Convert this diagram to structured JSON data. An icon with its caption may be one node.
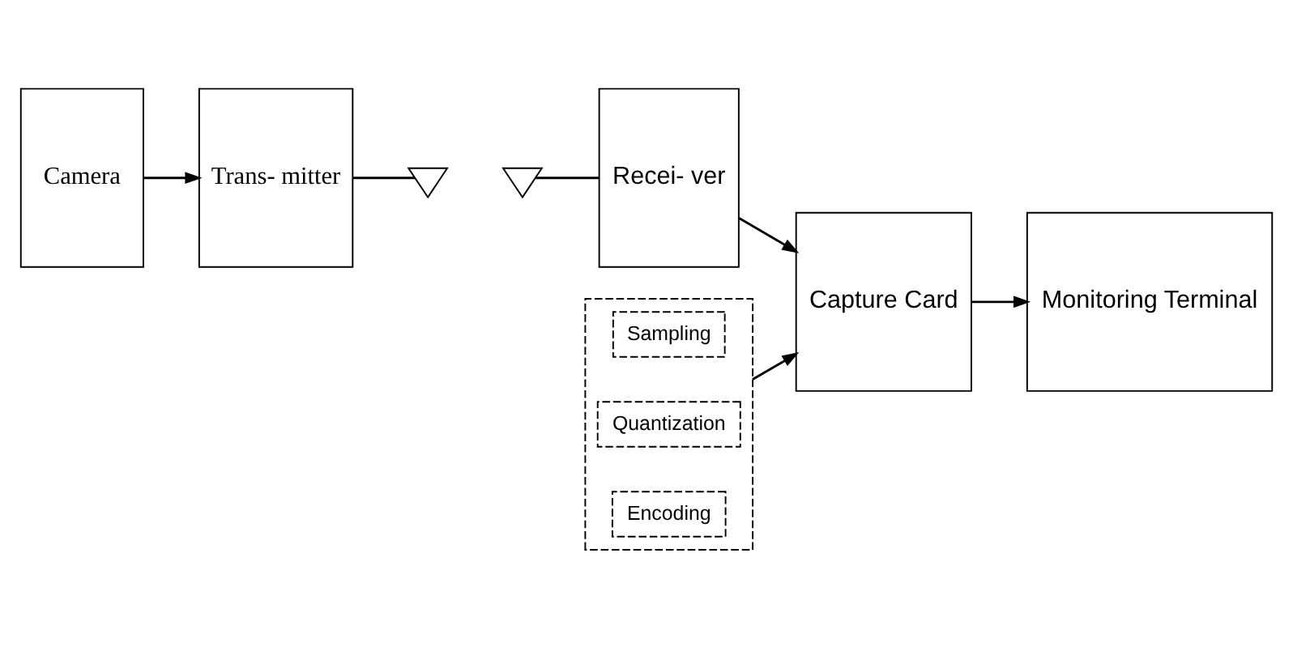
{
  "diagram": {
    "nodes": [
      {
        "text": [
          "Camera"
        ]
      },
      {
        "text": [
          "Trans- mitter"
        ]
      },
      {
        "text": [],
        "shape": "antenna"
      },
      {
        "text": [],
        "shape": "antenna"
      },
      {
        "text": [
          "Recei- ver"
        ]
      },
      {
        "text": [
          "Capture Card"
        ]
      },
      {
        "text": [
          "Monitoring Terminal"
        ]
      },
      {
        "text": [],
        "shape": "box"
      },
      {
        "text": [
          "Sampling"
        ],
        "in": 7
      },
      {
        "text": [
          "Quantization"
        ],
        "in": 7
      },
      {
        "text": [
          "Encoding"
        ],
        "in": 7
      }
    ],
    "edges": [
      {
        "from": 0,
        "to": 1,
        "arrow": "to"
      },
      {
        "from": 1,
        "to": 2,
        "arrow": "none"
      },
      {
        "from": 3,
        "to": 4,
        "arrow": "none"
      },
      {
        "from": 4,
        "to": 5,
        "arrow": "to"
      },
      {
        "from": 5,
        "to": 6,
        "arrow": "to"
      },
      {
        "from": 7,
        "to": 5,
        "arrow": "to"
      }
    ]
  }
}
